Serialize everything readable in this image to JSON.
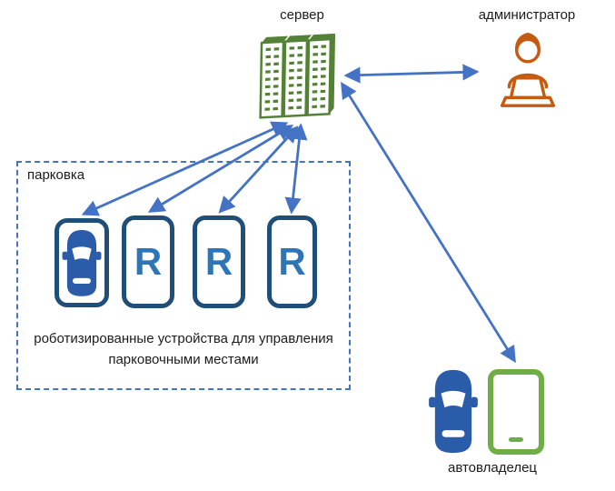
{
  "colors": {
    "arrow_blue": "#4472C4",
    "dashed_border_blue": "#4472C4",
    "spot_border_blue": "#1F4E79",
    "r_letter_blue": "#2E75B6",
    "car_blue": "#2A5CAA",
    "server_green": "#538135",
    "phone_green": "#70AD47",
    "admin_orange": "#C55A11"
  },
  "server": {
    "label": "сервер"
  },
  "administrator": {
    "label": "администратор"
  },
  "parking": {
    "label": "парковка",
    "r_label": "R",
    "caption_line1": "роботизированные устройства для управления",
    "caption_line2": "парковочными местами"
  },
  "owner": {
    "label": "автовладелец"
  },
  "connections": [
    {
      "from": "server",
      "to": "administrator",
      "bidirectional": true
    },
    {
      "from": "server",
      "to": "parking-spot-1",
      "bidirectional": true
    },
    {
      "from": "server",
      "to": "parking-spot-2",
      "bidirectional": true
    },
    {
      "from": "server",
      "to": "parking-spot-3",
      "bidirectional": true
    },
    {
      "from": "server",
      "to": "owner",
      "bidirectional": true
    }
  ]
}
